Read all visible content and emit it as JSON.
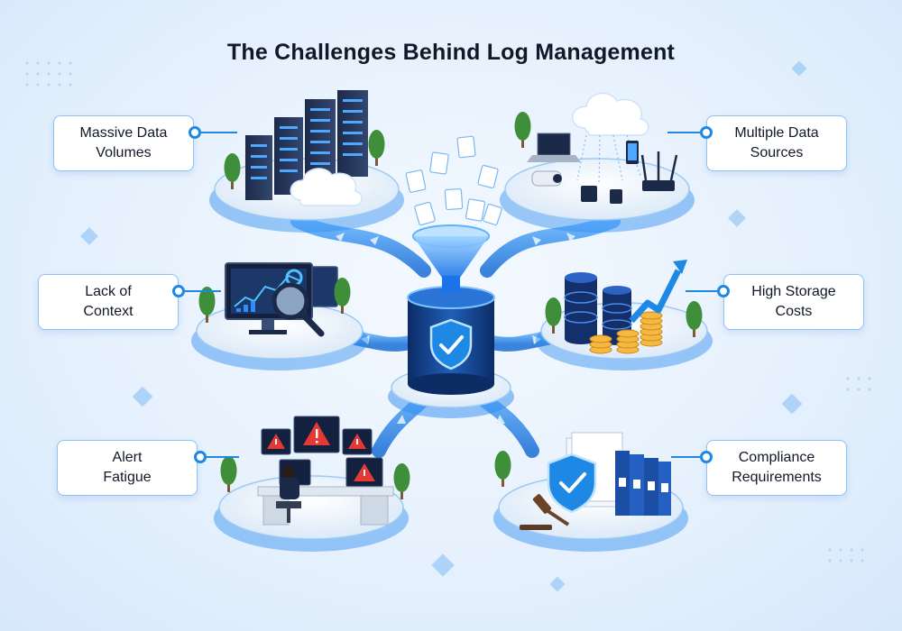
{
  "title": "The Challenges Behind Log Management",
  "callouts": {
    "massive_data_volumes": "Massive Data\nVolumes",
    "multiple_data_sources": "Multiple Data\nSources",
    "lack_of_context": "Lack of\nContext",
    "high_storage_costs": "High Storage\nCosts",
    "alert_fatigue": "Alert\nFatigue",
    "compliance_requirements": "Compliance\nRequirements"
  },
  "icons": {
    "center": "shield-check-icon",
    "funnel": "funnel-icon",
    "servers": "server-rack-icon",
    "cloud": "cloud-icon",
    "devices": "iot-devices-icon",
    "monitor": "analytics-monitor-icon",
    "magnifier": "magnifier-icon",
    "database": "database-stack-icon",
    "coins": "coin-stack-icon",
    "alert": "warning-alert-icon",
    "compliance": "compliance-shield-icon",
    "gavel": "gavel-icon"
  },
  "colors": {
    "accent": "#1e88e5",
    "platform": "#eef5fd",
    "glow": "#3fa0ff",
    "alert_red": "#e53935",
    "coin_gold": "#f5b942"
  }
}
